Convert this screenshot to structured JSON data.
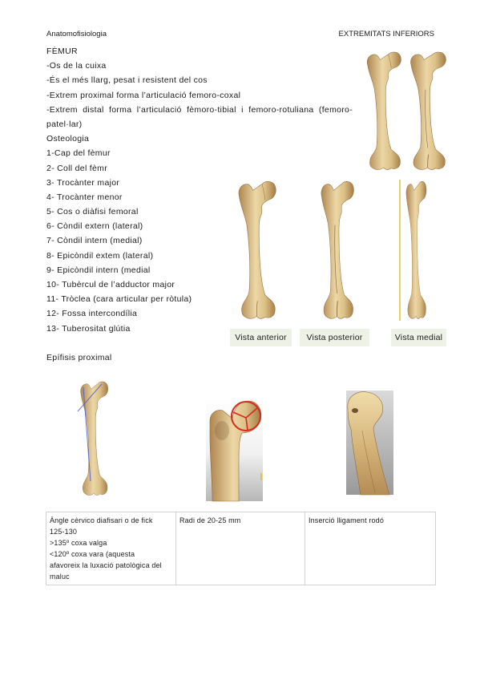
{
  "header": {
    "subject": "Anatomofisiologia",
    "unit": "EXTREMITATS INFERIORS"
  },
  "femur": {
    "title": "FÈMUR",
    "facts": [
      "-Os de la cuixa",
      "-És el més llarg, pesat i resistent del cos",
      "-Extrem proximal forma l’articulació femoro-coxal",
      "-Extrem distal forma l’articulació fèmoro-tibial i femoro-rotuliana (femoro-",
      "patel·lar)"
    ],
    "osteology_title": "Osteologia",
    "parts": [
      "1-Cap del fèmur",
      "2- Coll del fèmr",
      "3- Trocànter major",
      "4- Trocànter menor",
      "5- Cos o diàfisi femoral",
      "6- Còndil extern (lateral)",
      "7- Còndil intern (medial)",
      "8- Epicòndil extem (lateral)",
      "9- Epicòndil intern (medial",
      "10- Tubèrcul de l’adductor major",
      "11- Tròclea (cara articular per ròtula)",
      "12- Fossa intercondília",
      "13- Tuberositat glútia"
    ]
  },
  "views": {
    "anterior": "Vista anterior",
    "posterior": "Vista posterior",
    "medial": "Vista medial"
  },
  "proximal_epiphysis": {
    "title": "Epífisis proximal",
    "table": {
      "angle_lines": [
        "Àngle cèrvico diafisari o de fick",
        "125-130",
        ">135º coxa valga",
        "<120º coxa vara (aquesta",
        "afavoreix la luxació patològica del",
        "maluc"
      ],
      "head_radius": "Radi de 20-25 mm",
      "ligament": "Inserció lligament rodó"
    }
  },
  "colors": {
    "caption_bg": "#eef2e6",
    "annotation_red": "#d62a1e",
    "axis_blue": "#4a5cd8",
    "guide_yellow": "#e3c442",
    "bone": "#e3cd97"
  }
}
